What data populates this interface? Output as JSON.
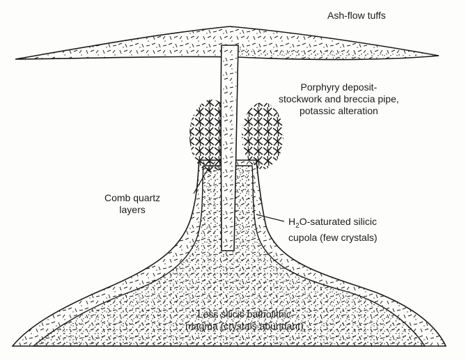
{
  "labels": {
    "ash_flow": "Ash-flow tuffs",
    "porphyry": [
      "Porphyry deposit-",
      "stockwork and breccia pipe,",
      "potassic alteration"
    ],
    "comb_quartz": [
      "Comb quartz",
      "layers"
    ],
    "cupola": {
      "prefix": "H",
      "subscript": "2",
      "suffix": "O-saturated silicic",
      "line2": "cupola (few crystals)"
    },
    "batholith": [
      "Less silicic batholithic",
      "magma (crystals abundant)"
    ]
  },
  "colors": {
    "ink": "#1a1a1a",
    "paper": "#fdfdfb"
  }
}
